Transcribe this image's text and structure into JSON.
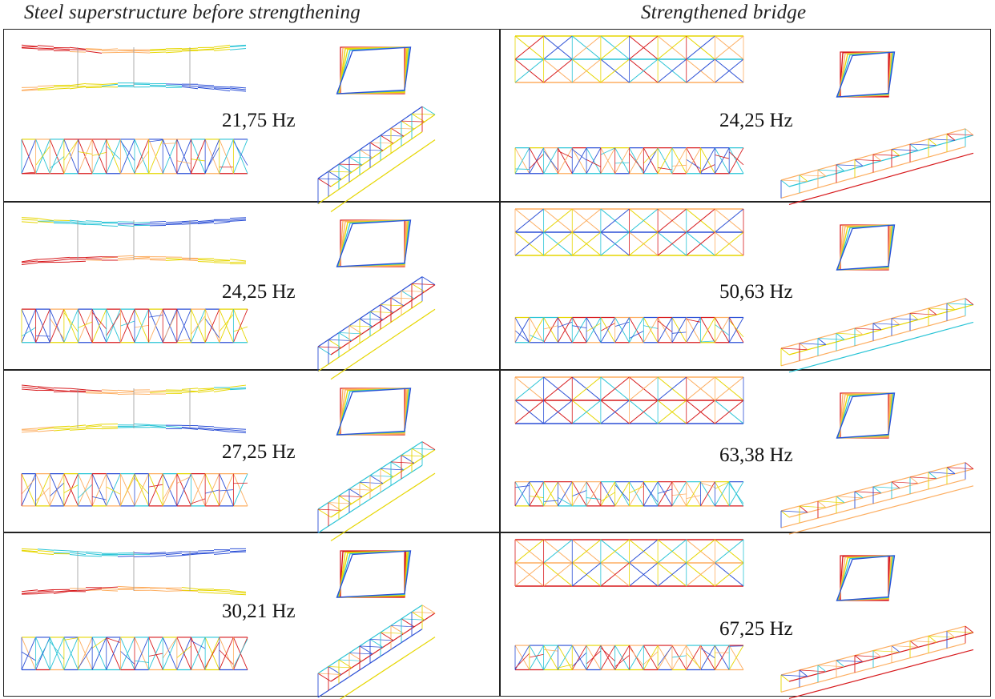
{
  "headers": {
    "left": "Steel superstructure before strengthening",
    "right": "Strengthened bridge"
  },
  "modes": [
    {
      "before_freq": "21,75 Hz",
      "after_freq": "24,25 Hz"
    },
    {
      "before_freq": "24,25 Hz",
      "after_freq": "50,63 Hz"
    },
    {
      "before_freq": "27,25 Hz",
      "after_freq": "63,38 Hz"
    },
    {
      "before_freq": "30,21 Hz",
      "after_freq": "67,25 Hz"
    }
  ],
  "colors": {
    "red": "#d7191c",
    "orange": "#fdae61",
    "yellow": "#e6d600",
    "cyan": "#29c4d6",
    "blue": "#2b4fd6",
    "gray": "#9a9a9a"
  }
}
